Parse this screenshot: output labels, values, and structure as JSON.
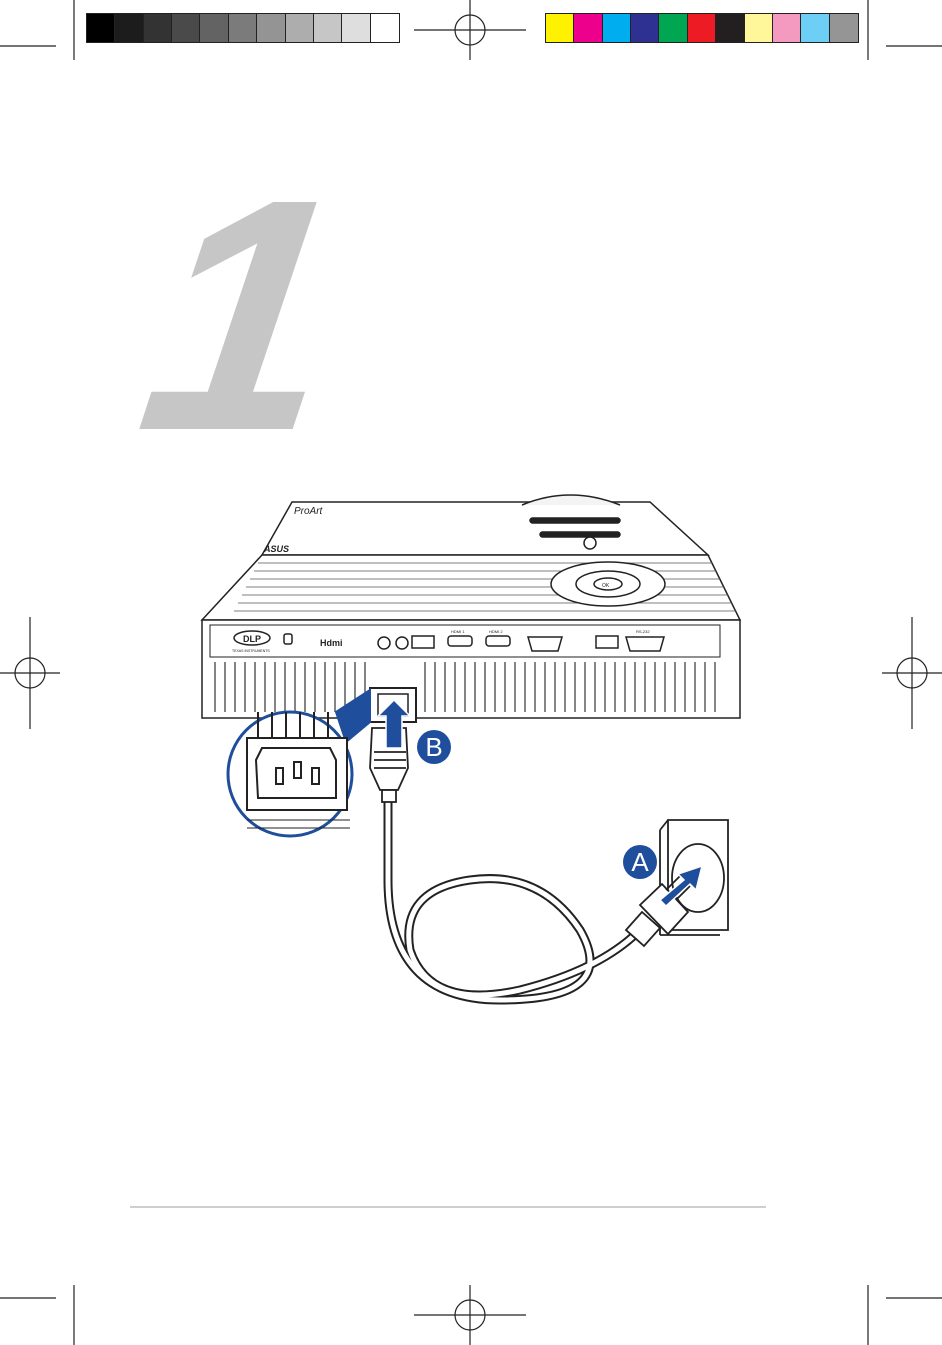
{
  "step": {
    "number": "1"
  },
  "color_bar": {
    "gray_swatches": [
      "#000000",
      "#1c1c1c",
      "#333333",
      "#4a4a4a",
      "#636363",
      "#7b7b7b",
      "#949494",
      "#adadad",
      "#c6c6c6",
      "#dedede",
      "#ffffff"
    ],
    "color_swatches": [
      "#fff200",
      "#ec008c",
      "#00aeef",
      "#2e3192",
      "#00a651",
      "#ed1c24",
      "#231f20",
      "#fff799",
      "#f49ac1",
      "#6dcff6",
      "#959595"
    ]
  },
  "callouts": {
    "a": "A",
    "b": "B"
  },
  "projector": {
    "brand": "ProArt",
    "logo": "ASUS",
    "ports": {
      "dlp": "DLP",
      "dlp_sub": "TEXAS INSTRUMENTS",
      "hdmi_logo": "Hdmi",
      "hdmi1": "HDMI 1",
      "hdmi2": "HDMI 2",
      "rs232": "RS-232",
      "ok": "OK"
    }
  },
  "colors": {
    "accent": "#1f4e9c",
    "line": "#222222",
    "step_gray": "#c6c6c6"
  }
}
